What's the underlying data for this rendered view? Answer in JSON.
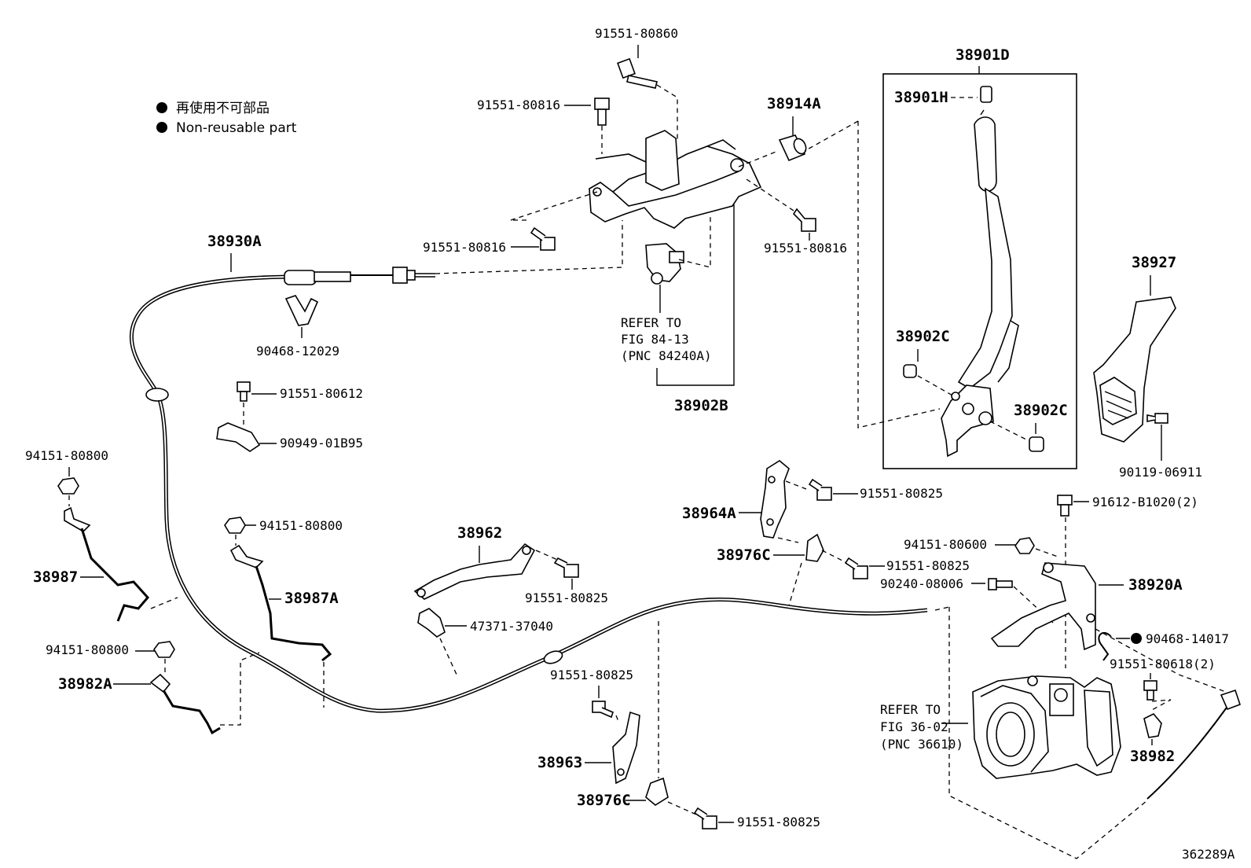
{
  "legend": {
    "line1": "再使用不可部品",
    "line2": "Non-reusable part"
  },
  "figure_code": "362289A",
  "labels": {
    "p_91551_80860": "91551-80860",
    "p_91551_80816_a": "91551-80816",
    "p_91551_80816_b": "91551-80816",
    "p_91551_80816_c": "91551-80816",
    "p_38914A": "38914A",
    "p_38901D": "38901D",
    "p_38901H": "38901H",
    "p_38930A": "38930A",
    "p_90468_12029": "90468-12029",
    "p_refer_1_l1": "REFER TO",
    "p_refer_1_l2": "FIG 84-13",
    "p_refer_1_l3": "(PNC 84240A)",
    "p_38902B": "38902B",
    "p_38927": "38927",
    "p_38902C_a": "38902C",
    "p_38902C_b": "38902C",
    "p_90119_06911": "90119-06911",
    "p_91551_80612": "91551-80612",
    "p_90949_01B95": "90949-01B95",
    "p_94151_80800_a": "94151-80800",
    "p_94151_80800_b": "94151-80800",
    "p_94151_80800_c": "94151-80800",
    "p_38987": "38987",
    "p_38987A": "38987A",
    "p_38982A": "38982A",
    "p_38962": "38962",
    "p_91551_80825_a": "91551-80825",
    "p_91551_80825_b": "91551-80825",
    "p_91551_80825_c": "91551-80825",
    "p_91551_80825_d": "91551-80825",
    "p_91551_80825_e": "91551-80825",
    "p_47371_37040": "47371-37040",
    "p_38964A": "38964A",
    "p_38976C_a": "38976C",
    "p_38976C_b": "38976C",
    "p_91612_B1020": "91612-B1020(2)",
    "p_94151_80600": "94151-80600",
    "p_90240_08006": "90240-08006",
    "p_38920A": "38920A",
    "p_90468_14017": "90468-14017",
    "p_91551_80618": "91551-80618(2)",
    "p_refer_2_l1": "REFER TO",
    "p_refer_2_l2": "FIG 36-02",
    "p_refer_2_l3": "(PNC 36610)",
    "p_38982": "38982",
    "p_38963": "38963"
  }
}
